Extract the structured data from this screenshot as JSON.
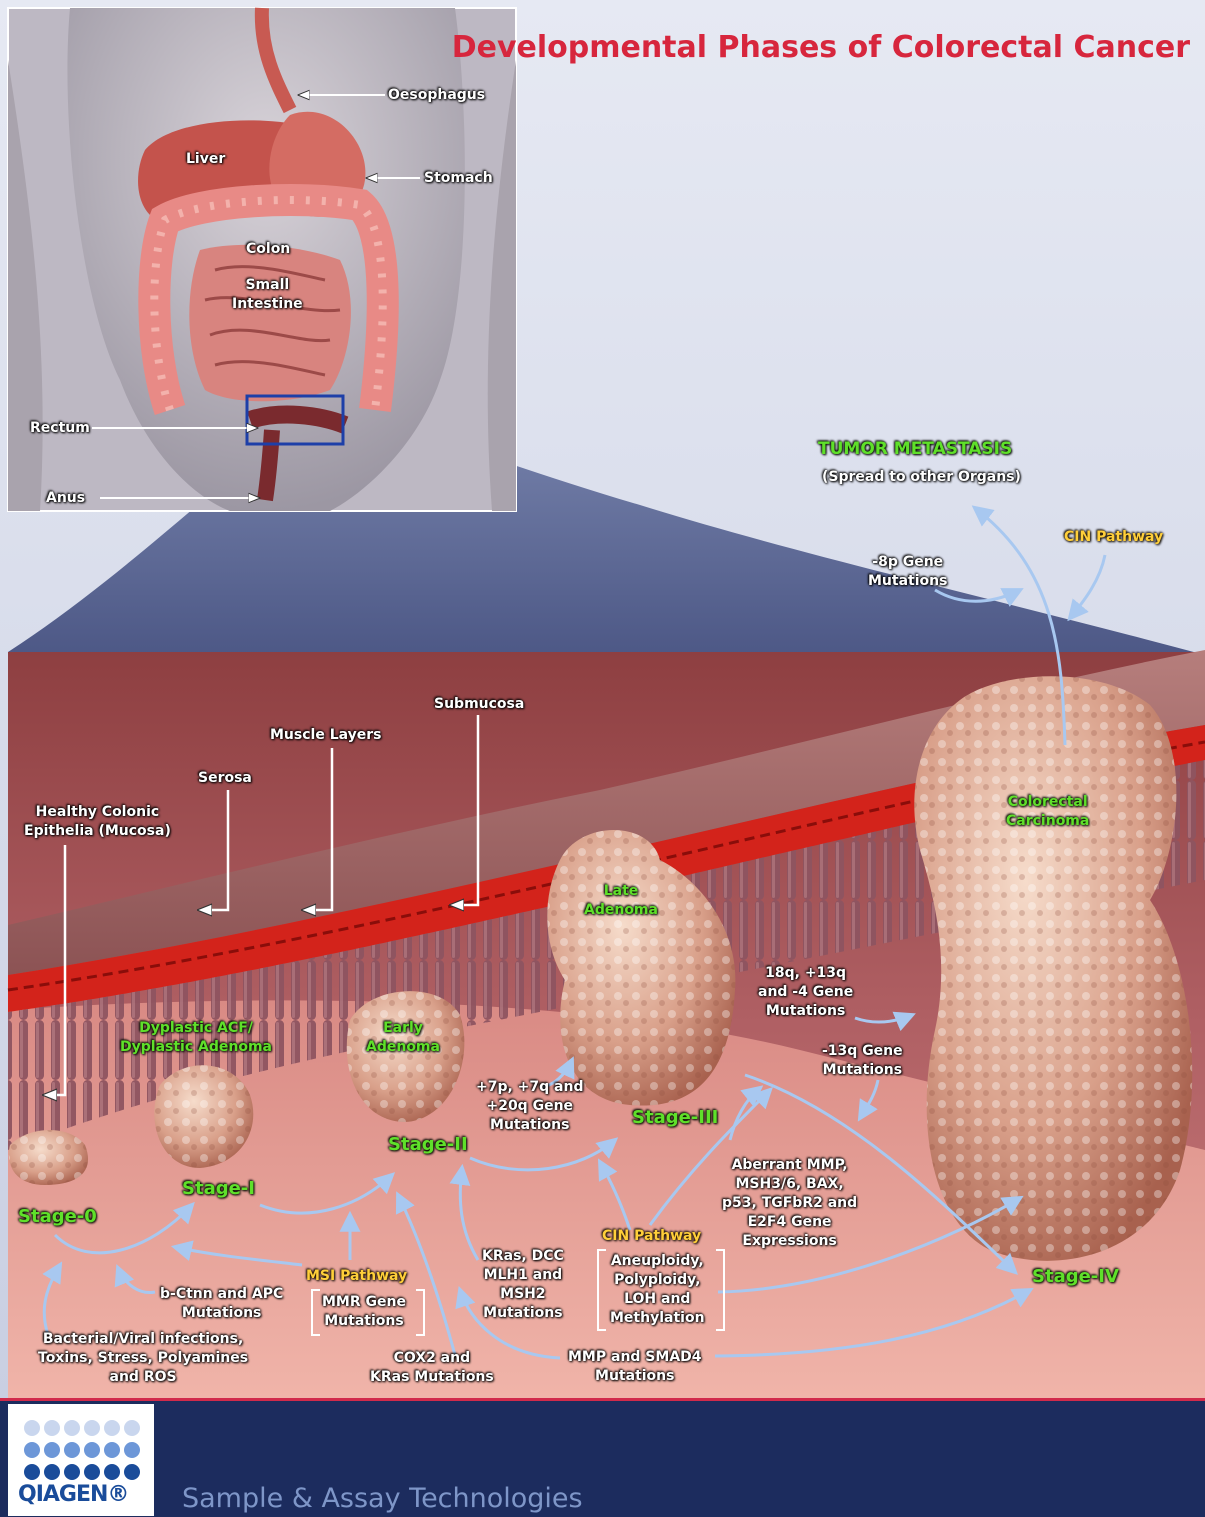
{
  "title": "Developmental Phases of Colorectal Cancer",
  "anatomy": {
    "oesophagus": "Oesophagus",
    "liver": "Liver",
    "stomach": "Stomach",
    "colon": "Colon",
    "small_intestine": "Small\nIntestine",
    "rectum": "Rectum",
    "anus": "Anus"
  },
  "layers": {
    "healthy": "Healthy Colonic\nEpithelia (Mucosa)",
    "serosa": "Serosa",
    "muscle": "Muscle Layers",
    "submucosa": "Submucosa"
  },
  "lesions": {
    "acf": "Dyplastic ACF/\nDyplastic Adenoma",
    "early": "Early\nAdenoma",
    "late": "Late\nAdenoma",
    "carcinoma": "Colorectal\nCarcinoma"
  },
  "stages": {
    "s0": "Stage-0",
    "s1": "Stage-I",
    "s2": "Stage-II",
    "s3": "Stage-III",
    "s4": "Stage-IV"
  },
  "metastasis": {
    "title": "TUMOR METASTASIS",
    "subtitle": "(Spread to other Organs)",
    "cin": "CIN Pathway",
    "p8": "-8p Gene\nMutations"
  },
  "factors": {
    "bacterial": "Bacterial/Viral infections,\nToxins, Stress, Polyamines\nand ROS",
    "ctnn": "b-Ctnn and APC\nMutations",
    "msi_title": "MSI Pathway",
    "mmr": "MMR Gene\nMutations",
    "cox2": "COX2 and\nKRas Mutations",
    "kras_dcc": "KRas, DCC\nMLH1 and\nMSH2\nMutations",
    "cin_title": "CIN Pathway",
    "aneuploidy": "Aneuploidy,\nPolyploidy,\nLOH and\nMethylation",
    "mmp_smad": "MMP and SMAD4\nMutations",
    "p7": "+7p, +7q and\n+20q Gene\nMutations",
    "q18": "18q, +13q\nand -4 Gene\nMutations",
    "q13": "-13q Gene\nMutations",
    "aberrant": "Aberrant MMP,\nMSH3/6, BAX,\np53, TGFbR2 and\nE2F4 Gene\nExpressions"
  },
  "footer": {
    "logo": "QIAGEN®",
    "tagline": "Sample & Assay Technologies"
  },
  "colors": {
    "title_red": "#d7263d",
    "label_green": "#5fe02a",
    "label_gold": "#ffcf3a",
    "footer_navy": "#1c2c5e",
    "logo_blue": "#1a4c9a"
  }
}
